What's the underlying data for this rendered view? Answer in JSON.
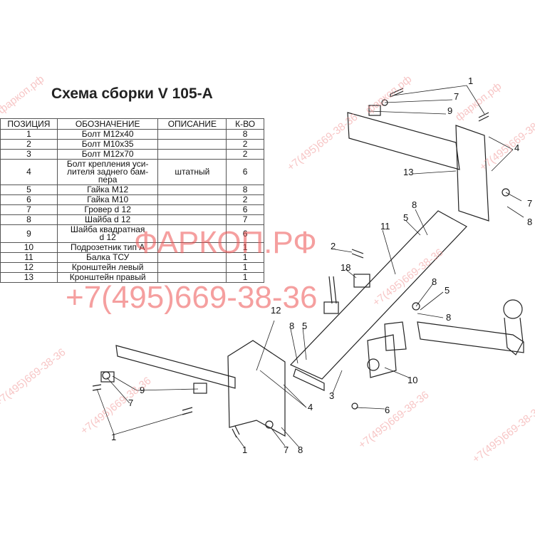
{
  "title": "Схема сборки V 105-А",
  "table": {
    "headers": [
      "ПОЗИЦИЯ",
      "ОБОЗНАЧЕНИЕ",
      "ОПИСАНИЕ",
      "К-ВО"
    ],
    "rows": [
      {
        "pos": "1",
        "name": "Болт М12х40",
        "desc": "",
        "qty": "8"
      },
      {
        "pos": "2",
        "name": "Болт М10х35",
        "desc": "",
        "qty": "2"
      },
      {
        "pos": "3",
        "name": "Болт М12х70",
        "desc": "",
        "qty": "2"
      },
      {
        "pos": "4",
        "name": "Болт крепления уси-\nлителя заднего бам-\nпера",
        "desc": "штатный",
        "qty": "6"
      },
      {
        "pos": "5",
        "name": "Гайка М12",
        "desc": "",
        "qty": "8"
      },
      {
        "pos": "6",
        "name": "Гайка  М10",
        "desc": "",
        "qty": "2"
      },
      {
        "pos": "7",
        "name": "Гровер d 12",
        "desc": "",
        "qty": "6"
      },
      {
        "pos": "8",
        "name": "Шайба d 12",
        "desc": "",
        "qty": "7"
      },
      {
        "pos": "9",
        "name": "Шайба квадратная\nd 12",
        "desc": "",
        "qty": "6"
      },
      {
        "pos": "10",
        "name": "Подрозетник тип А",
        "desc": "",
        "qty": "1"
      },
      {
        "pos": "11",
        "name": "Балка ТСУ",
        "desc": "",
        "qty": "1"
      },
      {
        "pos": "12",
        "name": "Кронштейн левый",
        "desc": "",
        "qty": "1"
      },
      {
        "pos": "13",
        "name": "Кронштейн правый",
        "desc": "",
        "qty": "1"
      }
    ]
  },
  "watermark": {
    "main": "ФАРКОП.РФ",
    "phone": "+7(495)669-38-36",
    "site": "фаркоп.рф"
  },
  "callouts": [
    "1",
    "7",
    "9",
    "4",
    "7",
    "8",
    "13",
    "8",
    "5",
    "11",
    "2",
    "18",
    "8",
    "5",
    "8",
    "12",
    "8",
    "5",
    "3",
    "10",
    "6",
    "9",
    "7",
    "1",
    "4",
    "1",
    "7",
    "8"
  ],
  "colors": {
    "lines": "#222222",
    "watermark": "#e85050"
  }
}
